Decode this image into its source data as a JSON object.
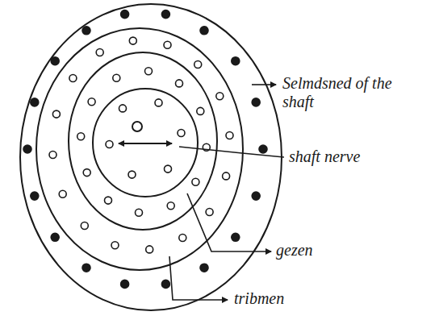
{
  "diagram": {
    "labels": [
      "Selmdsned of the shaft",
      "shaft nerve",
      "gezen",
      "tribmen"
    ]
  }
}
